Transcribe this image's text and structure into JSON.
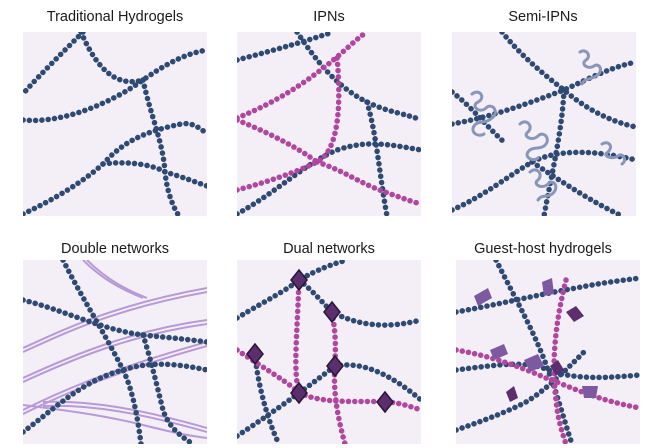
{
  "panels": [
    {
      "title": "Traditional Hydrogels"
    },
    {
      "title": "IPNs"
    },
    {
      "title": "Semi-IPNs"
    },
    {
      "title": "Double networks"
    },
    {
      "title": "Dual networks"
    },
    {
      "title": "Guest-host hydrogels"
    }
  ],
  "colors": {
    "panel_bg": "#f4eef6",
    "chain_primary": "#2e4a72",
    "chain_secondary": "#b0479e",
    "free_polymer": "#8996b8",
    "double_network_chain": "#b79ad6",
    "crosslink": "#5b2f6e",
    "guest_host": "#7d5aa0"
  }
}
